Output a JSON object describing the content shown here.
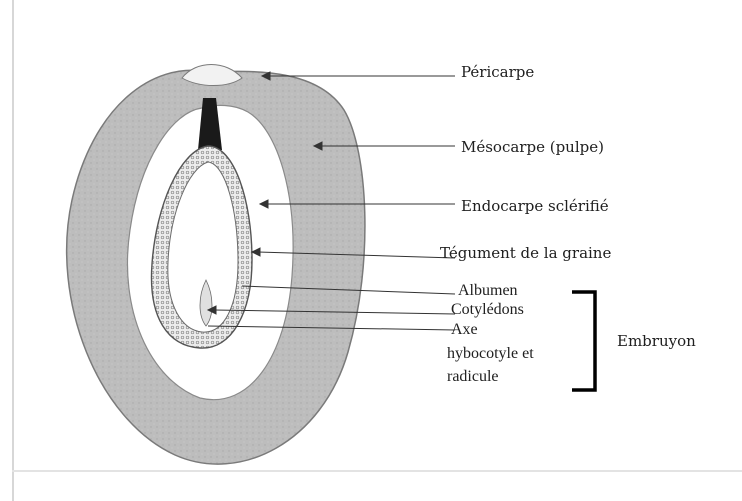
{
  "labels": {
    "pericarpe": "Péricarpe",
    "mesocarpe": "Mésocarpe (pulpe)",
    "endocarpe": "Endocarpe sclérifié",
    "tegument": "Tégument de la graine",
    "albumen": "Albumen",
    "cotyledons": "Cotylédons",
    "axe_line1": "Axe",
    "axe_line2": "hybocotyle et",
    "axe_line3": "radicule",
    "embryon": "Embruyon"
  },
  "colors": {
    "mesocarp_fill": "#bdbdbd",
    "endocarp_fill": "#ffffff",
    "seed_coat": "#9a9a9a",
    "albumen_fill": "#f2f2f2",
    "line": "#333333",
    "bracket": "#000000"
  }
}
